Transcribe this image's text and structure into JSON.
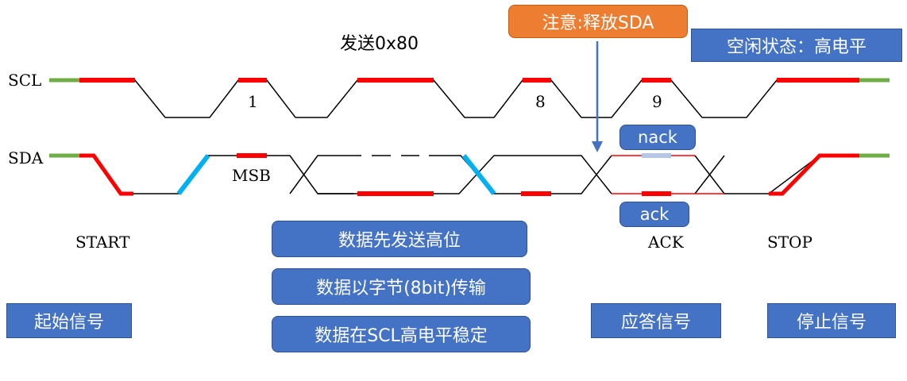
{
  "signals": {
    "scl": "SCL",
    "sda": "SDA"
  },
  "header": {
    "send_label": "发送0x80"
  },
  "bit_labels": {
    "bit1": "1",
    "bit8": "8",
    "bit9": "9",
    "msb": "MSB"
  },
  "phase_labels": {
    "start": "START",
    "ack": "ACK",
    "stop": "STOP"
  },
  "callouts": {
    "release_sda": "注意:释放SDA",
    "idle_state": "空闲状态：高电平",
    "nack": "nack",
    "ack": "ack",
    "msb_first": "数据先发送高位",
    "byte_unit": "数据以字节(8bit)传输",
    "stable_when_scl_high": "数据在SCL高电平稳定",
    "start_signal": "起始信号",
    "ack_signal": "应答信号",
    "stop_signal": "停止信号"
  },
  "colors": {
    "idle": "#70AD47",
    "stable": "#FF0000",
    "transition": "#00B0F0",
    "nack_line": "#B4C7E7",
    "arrow": "#4472C4",
    "box_blue": "#4472C4",
    "box_orange": "#ED7D31"
  }
}
